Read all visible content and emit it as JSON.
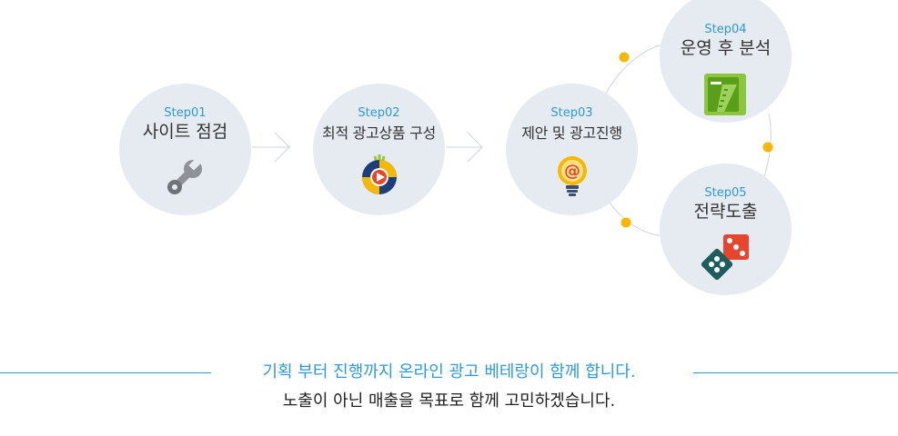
{
  "steps": [
    {
      "step": "Step01",
      "title": "사이트 점검",
      "icon": "wrench-icon"
    },
    {
      "step": "Step02",
      "title": "최적 광고상품 구성",
      "icon": "play-disc-icon"
    },
    {
      "step": "Step03",
      "title": "제안 및 광고진행",
      "icon": "at-bulb-icon"
    },
    {
      "step": "Step04",
      "title": "운영 후 분석",
      "icon": "ruler-book-icon"
    },
    {
      "step": "Step05",
      "title": "전략도출",
      "icon": "dice-icon"
    }
  ],
  "colors": {
    "accent": "#2e9ad6",
    "circle": "#e6eaf1",
    "dot": "#f6b800"
  },
  "caption": {
    "tagline": "기획 부터 진행까지 온라인 광고 베테랑이 함께 합니다.",
    "subline": "노출이 아닌 매출을 목표로 함께 고민하겠습니다."
  }
}
